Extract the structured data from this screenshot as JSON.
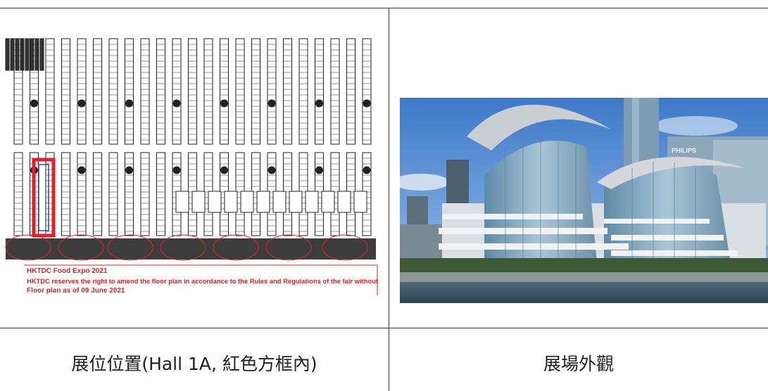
{
  "captions": {
    "left": "展位位置(Hall 1A, 紅色方框內)",
    "right": "展場外觀"
  },
  "floor_plan": {
    "line1": "HKTDC Food Expo 2021",
    "line2": "HKTDC reserves the right to amend the floor plan in accordance to the Rules and Regulations of the fair without prior notice",
    "line3": "Floor plan as of 09 June 2021",
    "highlight_color": "#e2202a"
  },
  "photo": {
    "sign_text": "PHILIPS"
  }
}
